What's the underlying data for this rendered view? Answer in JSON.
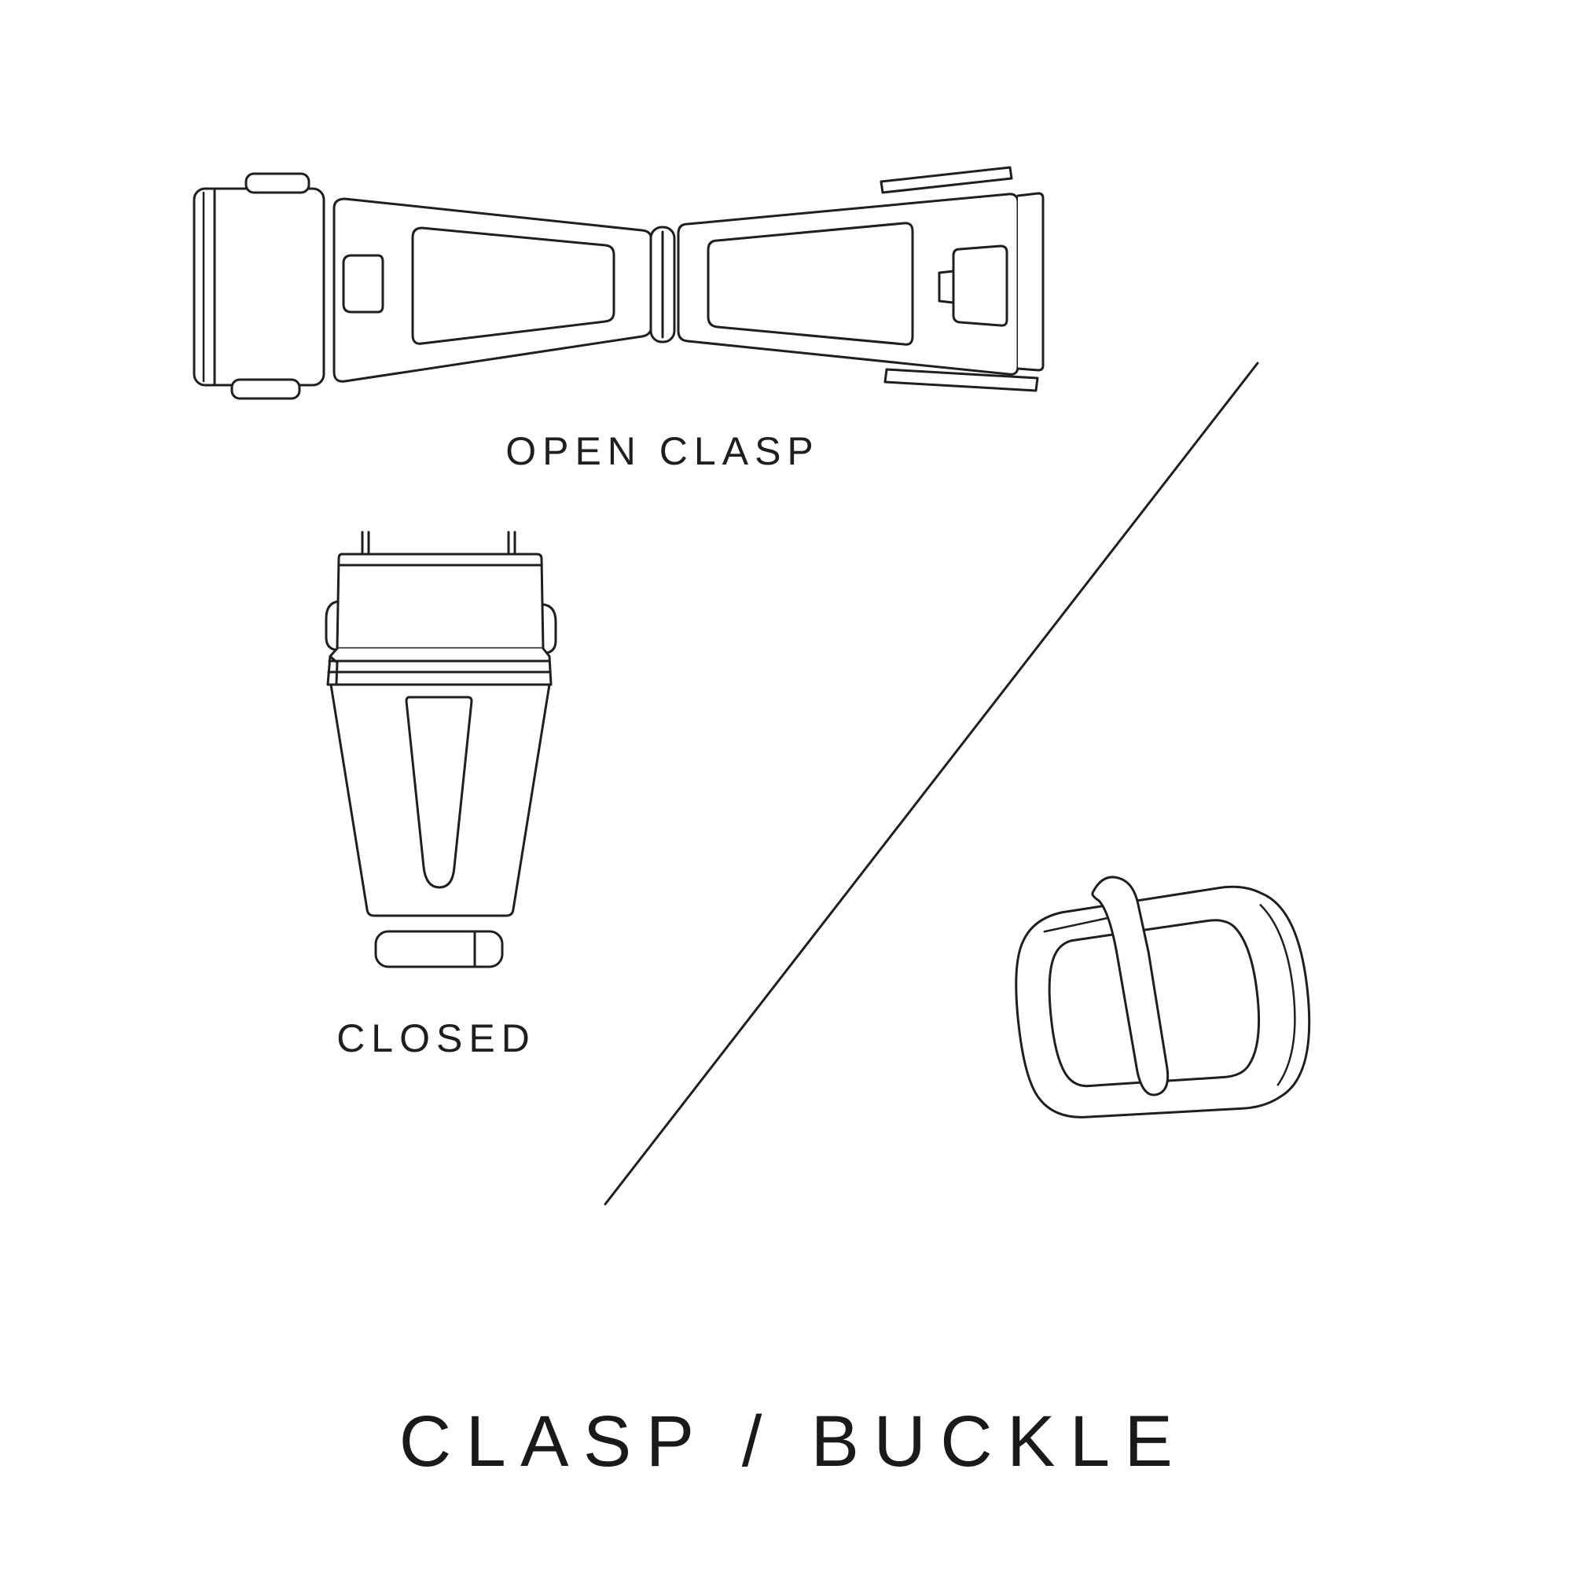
{
  "page": {
    "background_color": "#ffffff",
    "ink_color": "#1f1f1f"
  },
  "figures": {
    "open_clasp_label": "OPEN CLASP",
    "closed_label": "CLOSED"
  },
  "title": "CLASP / BUCKLE"
}
